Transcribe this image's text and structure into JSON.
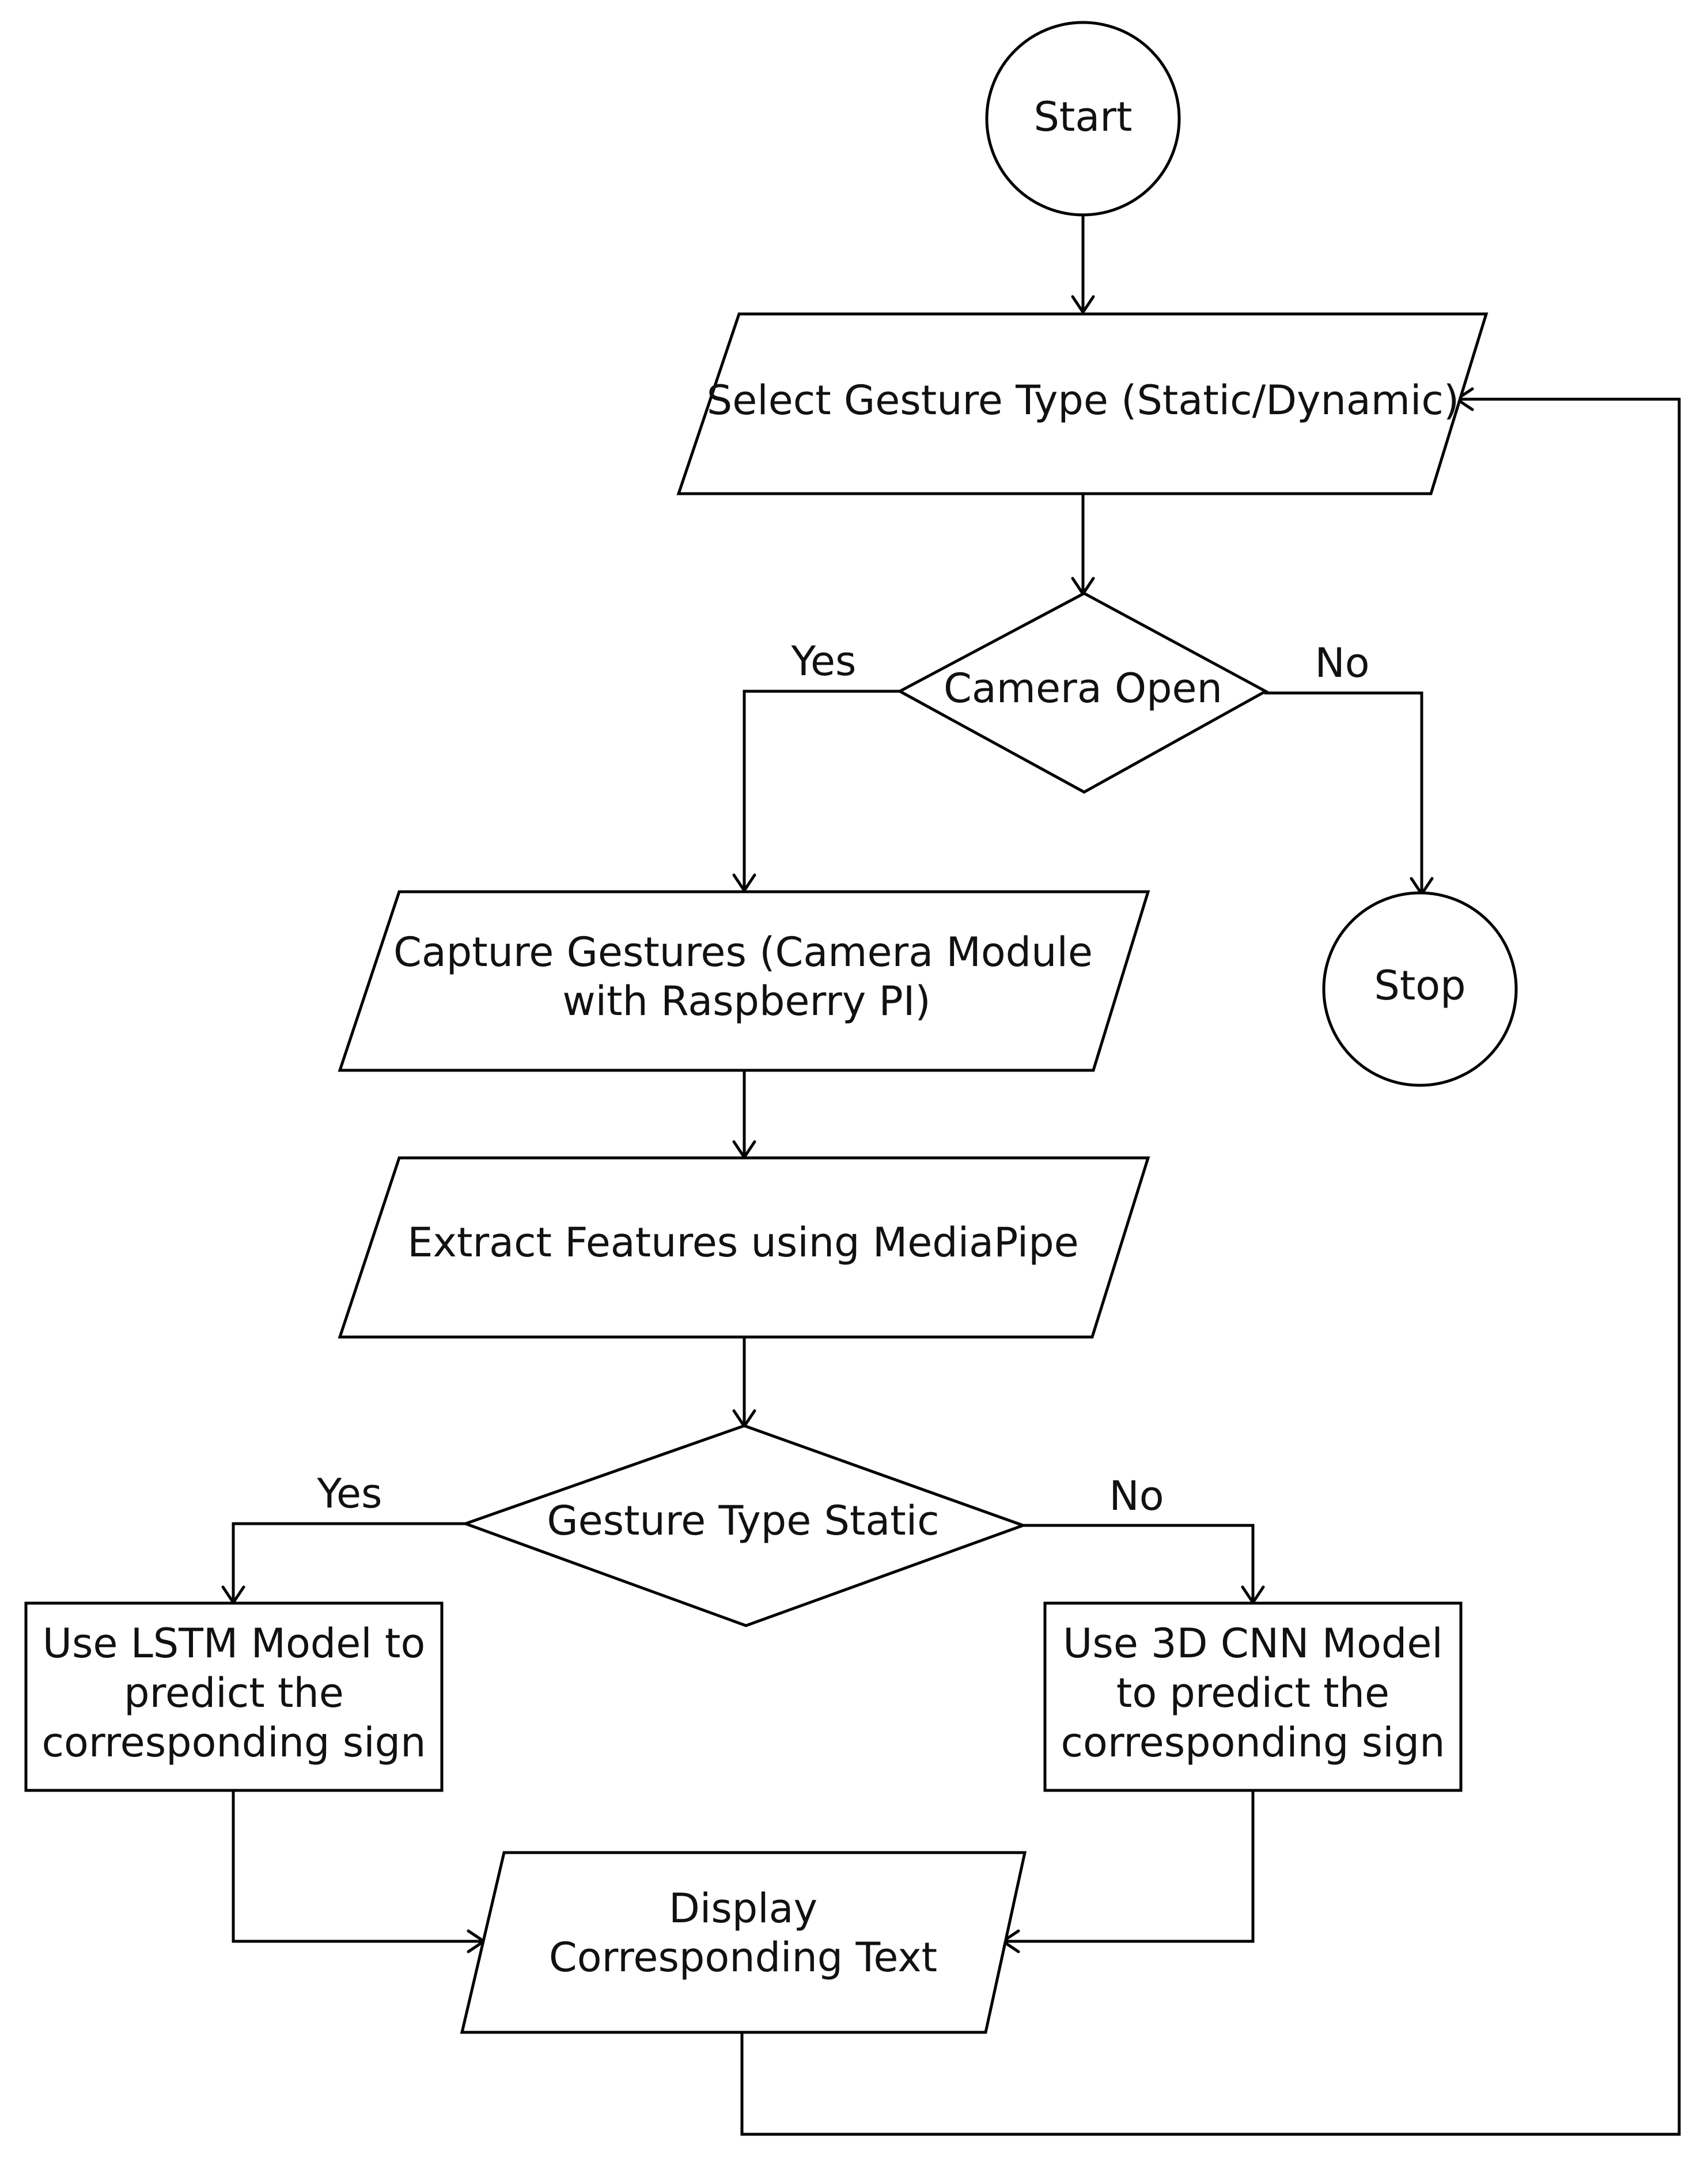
{
  "diagram": {
    "nodes": {
      "start": "Start",
      "select": "Select Gesture Type (Static/Dynamic)",
      "camera": "Camera Open",
      "stop": "Stop",
      "capture_l1": "Capture Gestures (Camera Module",
      "capture_l2": "with Raspberry PI)",
      "extract": "Extract Features using MediaPipe",
      "gesture": "Gesture Type Static",
      "lstm_l1": "Use LSTM Model to",
      "lstm_l2": "predict the",
      "lstm_l3": "corresponding sign",
      "cnn_l1": "Use 3D CNN Model",
      "cnn_l2": "to predict the",
      "cnn_l3": "corresponding sign",
      "display_l1": "Display",
      "display_l2": "Corresponding Text"
    },
    "edge_labels": {
      "camera_yes": "Yes",
      "camera_no": "No",
      "gesture_yes": "Yes",
      "gesture_no": "No"
    },
    "stroke_color": "#000000",
    "text_color": "#111111",
    "fill_color": "#ffffff"
  }
}
